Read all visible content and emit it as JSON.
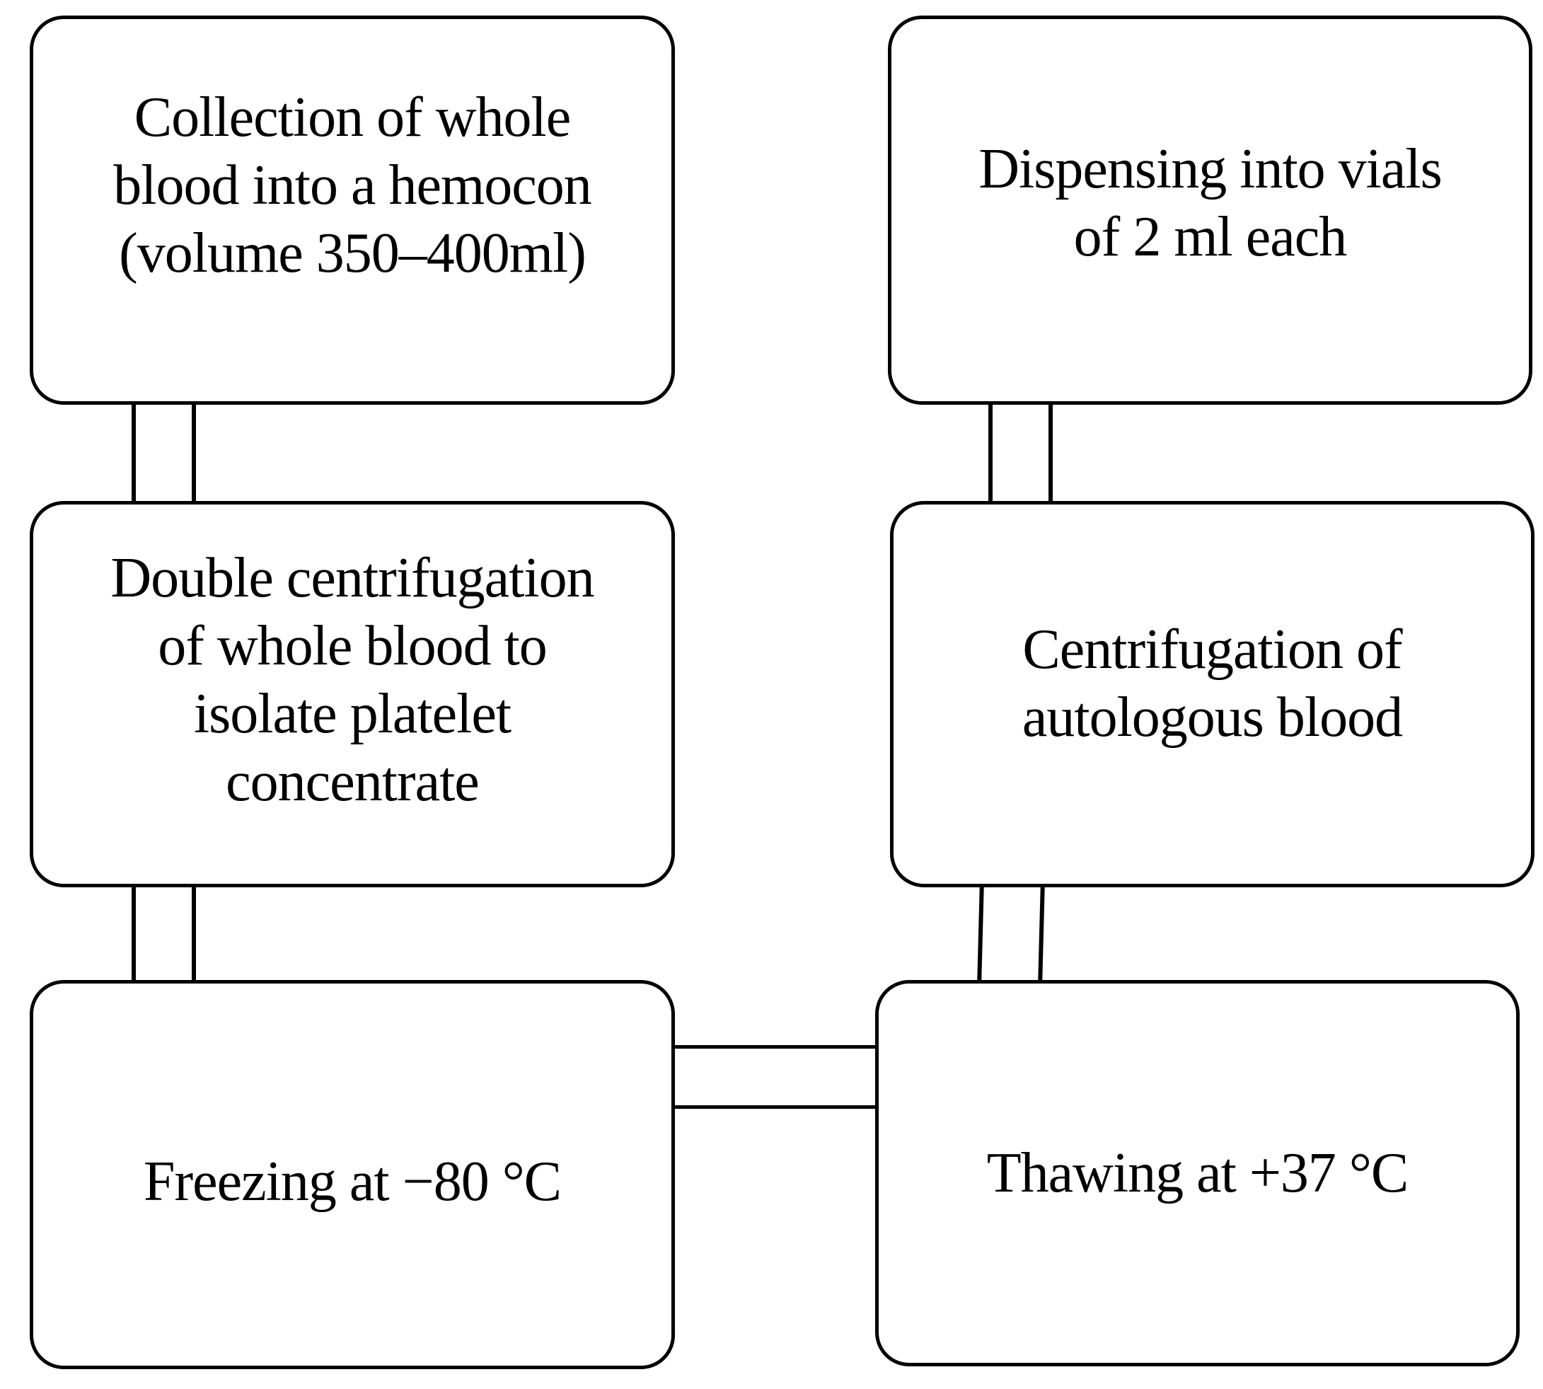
{
  "diagram": {
    "steps": [
      {
        "text": "Collection of whole\nblood into a hemocon\n(volume 350–400ml)"
      },
      {
        "text": "Double centrifugation\nof whole blood to\nisolate platelet\nconcentrate"
      },
      {
        "text": "Freezing at −80 °C"
      },
      {
        "text": "Thawing at +37 °C"
      },
      {
        "text": "Centrifugation of\nautologous blood"
      },
      {
        "text": "Dispensing into vials\nof 2 ml each"
      }
    ]
  }
}
